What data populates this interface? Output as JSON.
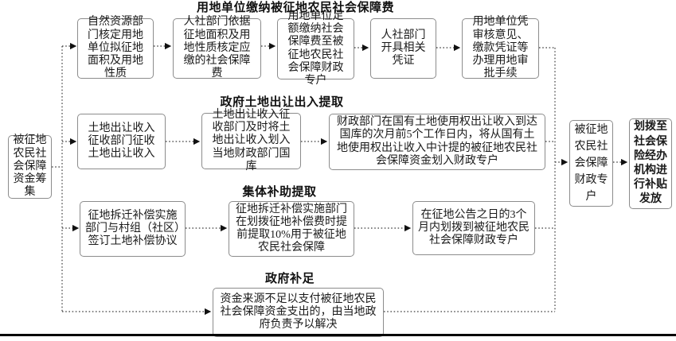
{
  "palette": {
    "box_border": "#8c8c8c",
    "line": "#3c3c3c",
    "arrowhead": "#111111",
    "text": "#1a1a1a",
    "background": "#ffffff",
    "bottom_rule": "#000000"
  },
  "flowchart": {
    "source": "被征地农民社会保障资金筹集",
    "sections": [
      {
        "title": "用地单位缴纳被征地农民社会保障费",
        "steps": [
          "自然资源部门核定用地单位拟征地面积及用地性质",
          "人社部门依据征地面积及用地性质核定应缴的社会保障费",
          "用地单位足额缴纳社会保障费至被征地农民社会保障财政专户",
          "人社部门开具相关凭证",
          "用地单位凭审核意见、缴款凭证等办理用地审批手续"
        ]
      },
      {
        "title": "政府土地出让出入提取",
        "steps": [
          "土地出让收入征收部门征收土地出让收入",
          "土地出让收入征收部门及时将土地出让收入划入当地财政部门国库",
          "财政部门在国有土地使用权出让收入到达国库的次月前5个工作日内，将从国有土地使用权出让收入中计提的被征地农民社会保障资金划入财政专户"
        ]
      },
      {
        "title": "集体补助提取",
        "steps": [
          "征地拆迁补偿实施部门与村组（社区）签订土地补偿协议",
          "征地拆迁补偿实施部门在划拨征地补偿费时提前提取10%用于被征地农民社会保障",
          "在征地公告之日的3个月内划拨到被征地农民社会保障财政专户"
        ]
      },
      {
        "title": "政府补足",
        "steps": [
          "资金来源不足以支付被征地农民社会保障资金支出的，由当地政府负责予以解决"
        ]
      }
    ],
    "sinks": [
      "被征地农民社会保障财政专户",
      "划拨至社会保险经办机构进行补贴发放"
    ]
  }
}
